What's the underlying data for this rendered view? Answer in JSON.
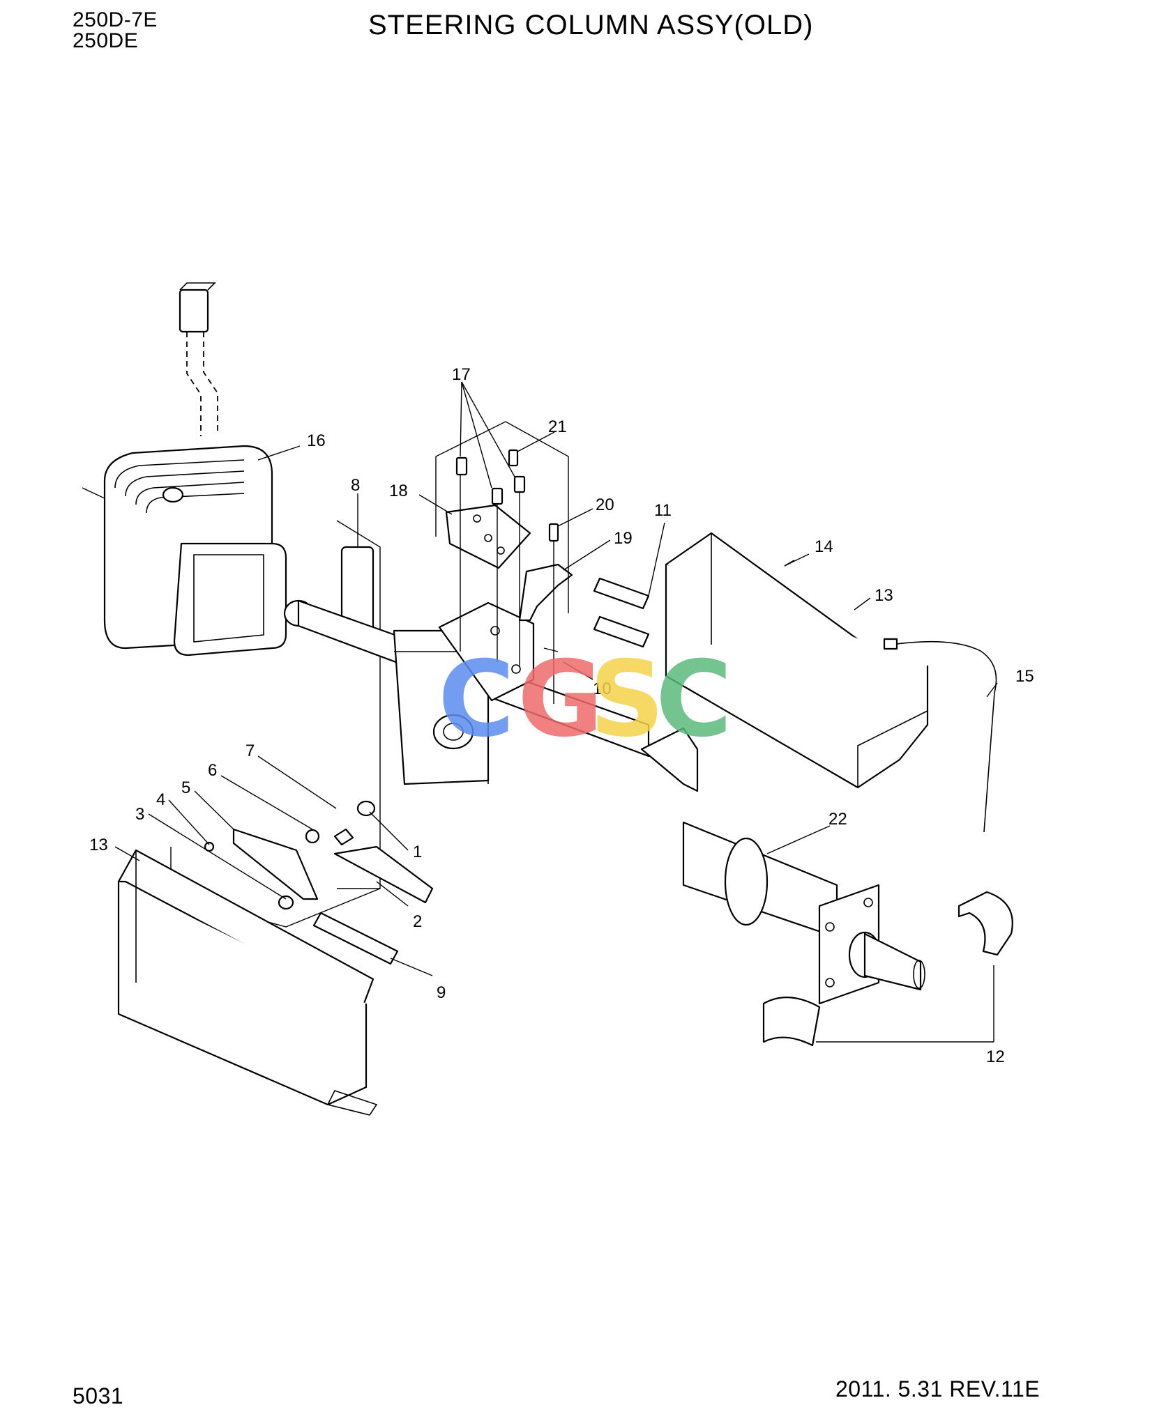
{
  "header": {
    "model_line1": "250D-7E",
    "model_line2": "250DE",
    "title": "STEERING COLUMN ASSY(OLD)"
  },
  "footer": {
    "page_number": "5031",
    "revision": "2011. 5.31  REV.11E"
  },
  "watermark": {
    "letters": [
      "C",
      "G",
      "S",
      "C"
    ],
    "colors": [
      "#5b8def",
      "#ef6b6b",
      "#f5d34a",
      "#5cba7d"
    ]
  },
  "callouts": {
    "c1": "1",
    "c2": "2",
    "c3": "3",
    "c4": "4",
    "c5": "5",
    "c6": "6",
    "c7": "7",
    "c8": "8",
    "c9": "9",
    "c10": "10",
    "c11": "11",
    "c12": "12",
    "c13a": "13",
    "c13b": "13",
    "c14": "14",
    "c15": "15",
    "c16": "16",
    "c17": "17",
    "c18": "18",
    "c19": "19",
    "c20": "20",
    "c21": "21",
    "c22": "22"
  }
}
